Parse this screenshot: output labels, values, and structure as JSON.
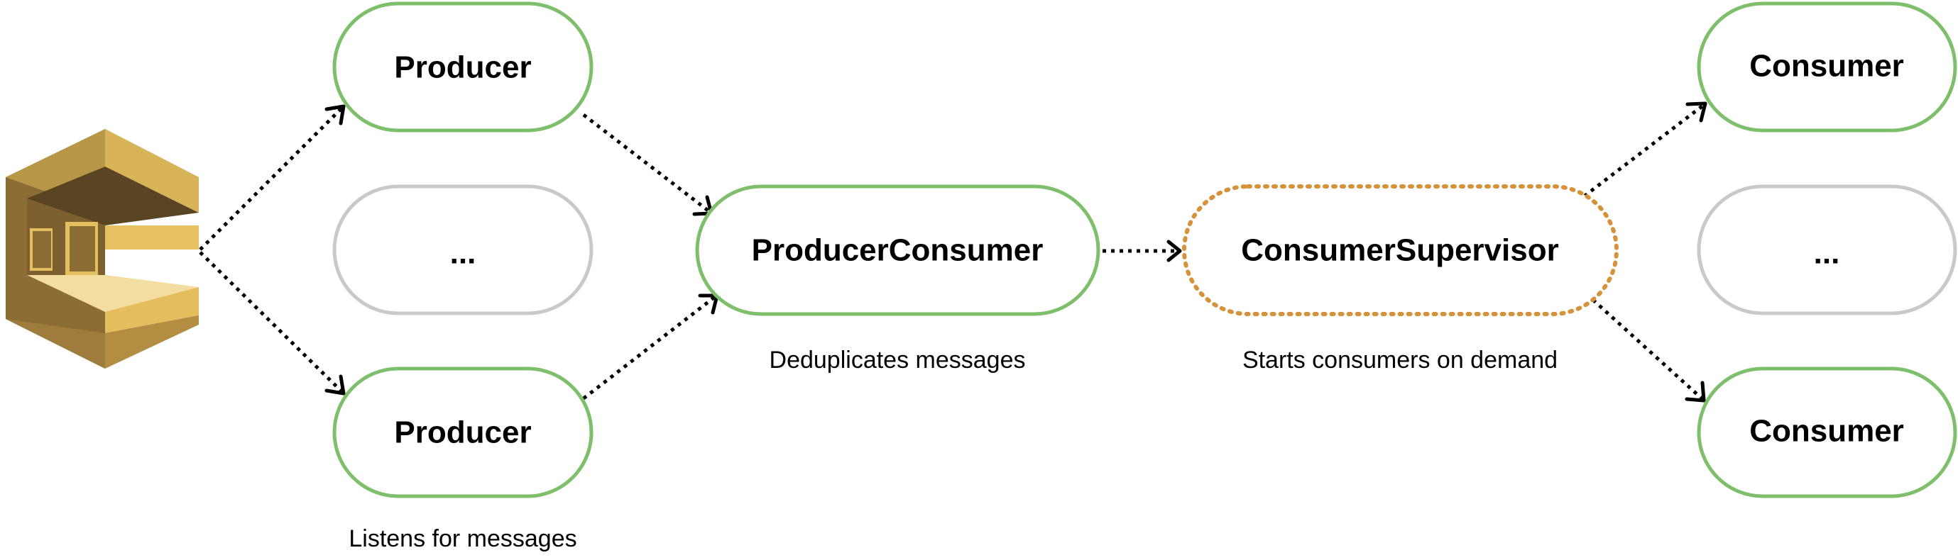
{
  "colors": {
    "active_stroke": "#7dbf6a",
    "inactive_stroke": "#c9c9c9",
    "supervisor_stroke": "#d6923a",
    "arrow": "#000000"
  },
  "queue": {
    "icon": "sqs-queue-icon"
  },
  "producers": {
    "top_label": "Producer",
    "middle_label": "...",
    "bottom_label": "Producer",
    "caption": "Listens for messages"
  },
  "producer_consumer": {
    "label": "ProducerConsumer",
    "caption": "Deduplicates messages"
  },
  "consumer_supervisor": {
    "label": "ConsumerSupervisor",
    "caption": "Starts consumers on demand"
  },
  "consumers": {
    "top_label": "Consumer",
    "middle_label": "...",
    "bottom_label": "Consumer"
  }
}
